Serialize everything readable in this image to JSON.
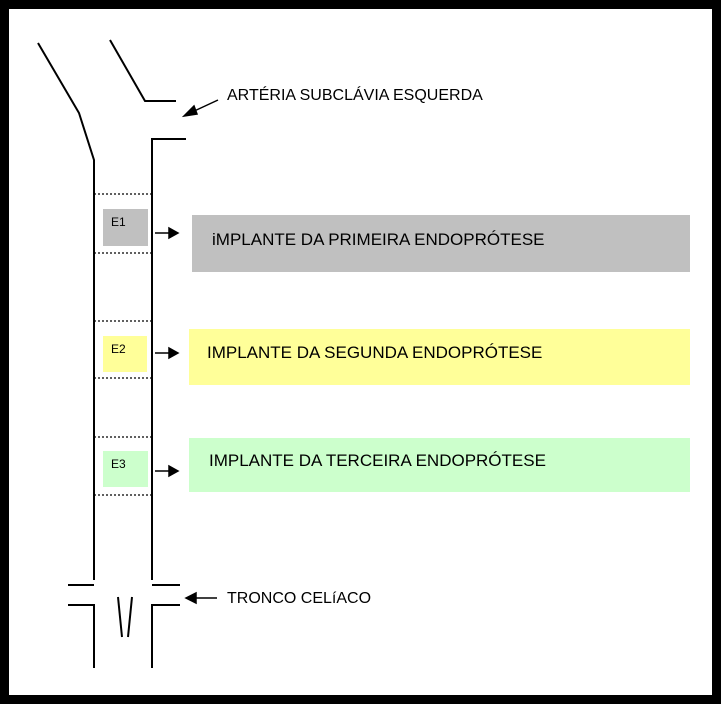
{
  "labels": {
    "subclavian": "ARTÉRIA SUBCLÁVIA ESQUERDA",
    "celiac": "TRONCO CELíACO"
  },
  "stents": [
    {
      "tag": "E1",
      "description": "iMPLANTE DA PRIMEIRA ENDOPRÓTESE",
      "color": "#c0c0c0"
    },
    {
      "tag": "E2",
      "description": "IMPLANTE DA SEGUNDA ENDOPRÓTESE",
      "color": "#ffff99"
    },
    {
      "tag": "E3",
      "description": "IMPLANTE DA TERCEIRA ENDOPRÓTESE",
      "color": "#ccffcc"
    }
  ],
  "colors": {
    "line": "#000000",
    "frame": "#000000"
  }
}
